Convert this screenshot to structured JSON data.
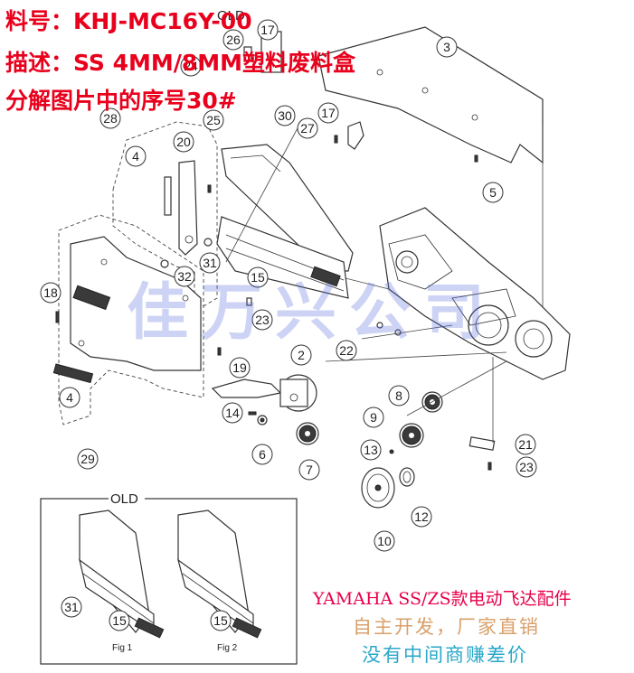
{
  "header": {
    "line1": "料号：KHJ-MC16Y-00",
    "line2": "描述：SS 4MM/8MM塑料废料盒",
    "line3": "分解图片中的序号30#"
  },
  "watermark": "佳万兴公司",
  "footer": {
    "line1": "YAMAHA SS/ZS款电动飞达配件",
    "line2": "自主开发，厂家直销",
    "line3": "没有中间商赚差价"
  },
  "old_box": {
    "title": "OLD",
    "fig1": "Fig 1",
    "fig2": "Fig 2"
  },
  "top_old": "OLD",
  "callouts": [
    "2",
    "3",
    "4",
    "4",
    "5",
    "6",
    "7",
    "8",
    "9",
    "10",
    "12",
    "13",
    "14",
    "15",
    "15",
    "15",
    "17",
    "17",
    "18",
    "19",
    "20",
    "21",
    "22",
    "23",
    "23",
    "24",
    "25",
    "26",
    "27",
    "28",
    "29",
    "30",
    "31",
    "31",
    "32"
  ],
  "colors": {
    "header_red": "#e8001c",
    "footer_pink": "#e8004a",
    "footer_tan": "#d9a06a",
    "footer_cyan": "#2aa7c9",
    "watermark_blue": "#5a6edc"
  }
}
